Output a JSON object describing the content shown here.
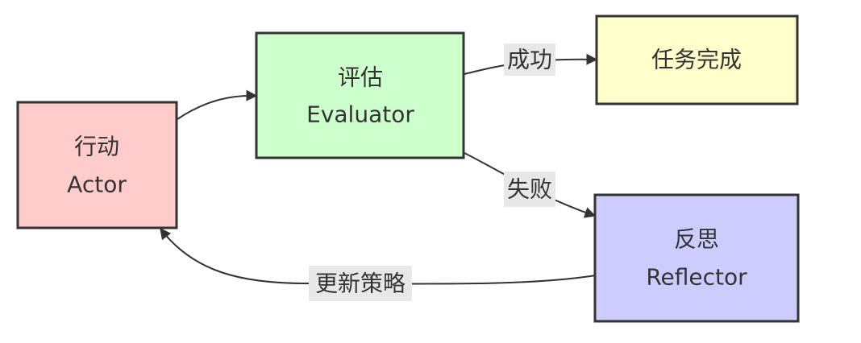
{
  "nodes": {
    "actor": {
      "line1": "行动",
      "line2": "Actor",
      "fill": "#ffcccc"
    },
    "evaluator": {
      "line1": "评估",
      "line2": "Evaluator",
      "fill": "#ccffcc"
    },
    "done": {
      "line1": "任务完成",
      "fill": "#ffffcc"
    },
    "reflector": {
      "line1": "反思",
      "line2": "Reflector",
      "fill": "#ccccff"
    }
  },
  "edges": {
    "success": "成功",
    "failure": "失败",
    "update": "更新策略"
  },
  "colors": {
    "stroke": "#333333",
    "label_bg": "#e8e8e8"
  }
}
